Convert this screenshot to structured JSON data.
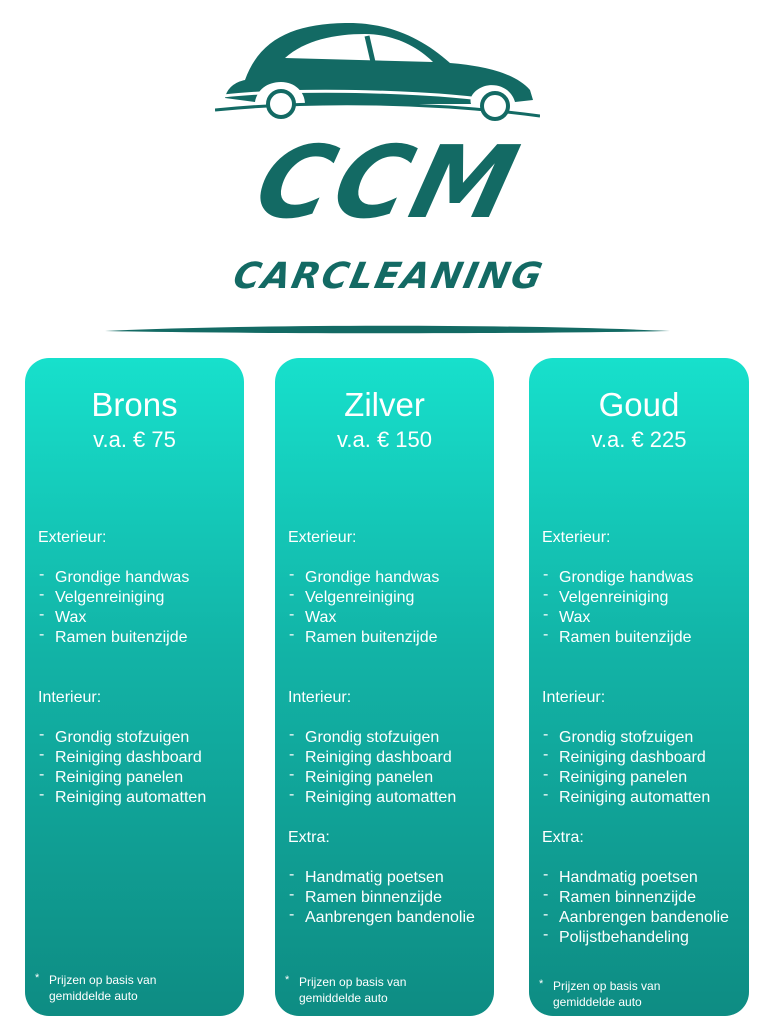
{
  "brand": {
    "title": "CCM",
    "subtitle": "CARCLEANING",
    "color": "#136a64"
  },
  "colors": {
    "card_top": "#17e0cc",
    "card_bottom": "#0e8c83"
  },
  "labels": {
    "exterior": "Exterieur:",
    "interior": "Interieur:",
    "extra": "Extra:",
    "footnote_marker": "*",
    "footnote_line1": "Prijzen op basis van",
    "footnote_line2": "gemiddelde auto"
  },
  "packages": [
    {
      "name": "Brons",
      "price": "v.a. € 75",
      "exterior": [
        "Grondige handwas",
        "Velgenreiniging",
        "Wax",
        "Ramen buitenzijde"
      ],
      "interior": [
        "Grondig stofzuigen",
        "Reiniging dashboard",
        "Reiniging panelen",
        "Reiniging automatten"
      ],
      "extra": []
    },
    {
      "name": "Zilver",
      "price": "v.a. € 150",
      "exterior": [
        "Grondige handwas",
        "Velgenreiniging",
        "Wax",
        "Ramen buitenzijde"
      ],
      "interior": [
        "Grondig stofzuigen",
        "Reiniging dashboard",
        "Reiniging panelen",
        "Reiniging automatten"
      ],
      "extra": [
        "Handmatig poetsen",
        "Ramen binnenzijde",
        "Aanbrengen bandenolie"
      ]
    },
    {
      "name": "Goud",
      "price": "v.a. € 225",
      "exterior": [
        "Grondige handwas",
        "Velgenreiniging",
        "Wax",
        "Ramen buitenzijde"
      ],
      "interior": [
        "Grondig stofzuigen",
        "Reiniging dashboard",
        "Reiniging panelen",
        "Reiniging automatten"
      ],
      "extra": [
        "Handmatig poetsen",
        "Ramen binnenzijde",
        "Aanbrengen bandenolie",
        "Polijstbehandeling"
      ]
    }
  ]
}
